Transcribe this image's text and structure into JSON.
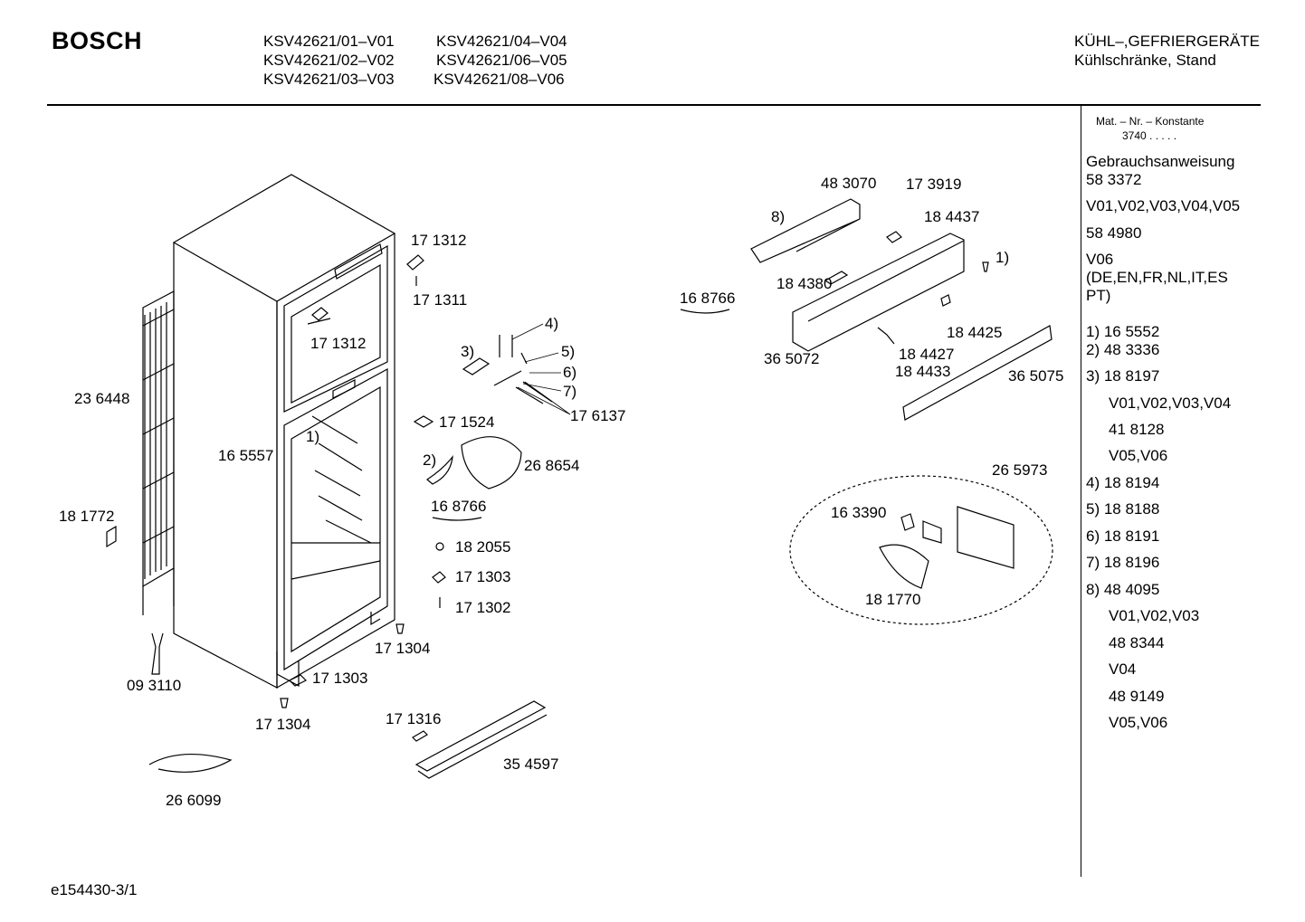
{
  "header": {
    "brand": "BOSCH",
    "models_col1": [
      "KSV42621/01–V01",
      "KSV42621/02–V02",
      "KSV42621/03–V03"
    ],
    "models_col2": [
      "KSV42621/04–V04",
      "KSV42621/06–V05",
      "KSV42621/08–V06"
    ],
    "category_line1": "KÜHL–,GEFRIERGERÄTE",
    "category_line2": "Kühlschränke, Stand"
  },
  "sidebar": {
    "mat_title": "Mat. – Nr. – Konstante",
    "mat_value": "3740  .  .  .  .  .",
    "manual_title": "Gebrauchsanweisung",
    "manual_no1": "58 3372",
    "manual_v1": "V01,V02,V03,V04,V05",
    "manual_no2": "58 4980",
    "manual_v2a": "V06",
    "manual_v2b": "(DE,EN,FR,NL,IT,ES",
    "manual_v2c": "PT)",
    "notes": [
      "1)  16 5552",
      "2)  48 3336",
      "3)  18 8197",
      "V01,V02,V03,V04",
      "41 8128",
      "V05,V06",
      "4)  18 8194",
      "5)  18 8188",
      "6)  18 8191",
      "7)  18 8196",
      "8)  48 4095",
      "V01,V02,V03",
      "48 8344",
      "V04",
      "48 9149",
      "V05,V06"
    ]
  },
  "labels": {
    "l171312a": "17 1312",
    "l171311": "17 1311",
    "l171312b": "17 1312",
    "l236448": "23 6448",
    "l165557": "16 5557",
    "l1a": "1)",
    "l181772": "18 1772",
    "l093110": "09 3110",
    "l171304a": "17 1304",
    "l171303a": "17 1303",
    "l171304b": "17 1304",
    "l266099": "26 6099",
    "l171316": "17 1316",
    "l354597": "35 4597",
    "l4": "4)",
    "l3": "3)",
    "l5": "5)",
    "l6": "6)",
    "l7": "7)",
    "l176137": "17 6137",
    "l171524": "17 1524",
    "l2": "2)",
    "l268654": "26 8654",
    "l168766a": "16 8766",
    "l182055": "18 2055",
    "l171303b": "17 1303",
    "l171302": "17 1302",
    "l168766b": "16 8766",
    "l483070": "48 3070",
    "l173919": "17 3919",
    "l8": "8)",
    "l184437": "18 4437",
    "l1b": "1)",
    "l184380": "18 4380",
    "l184425": "18 4425",
    "l365072": "36 5072",
    "l184427": "18 4427",
    "l184433": "18 4433",
    "l365075": "36 5075",
    "l265973": "26 5973",
    "l163390": "16 3390",
    "l181770": "18 1770"
  },
  "footer": {
    "doc_id": "e154430-3/1"
  }
}
